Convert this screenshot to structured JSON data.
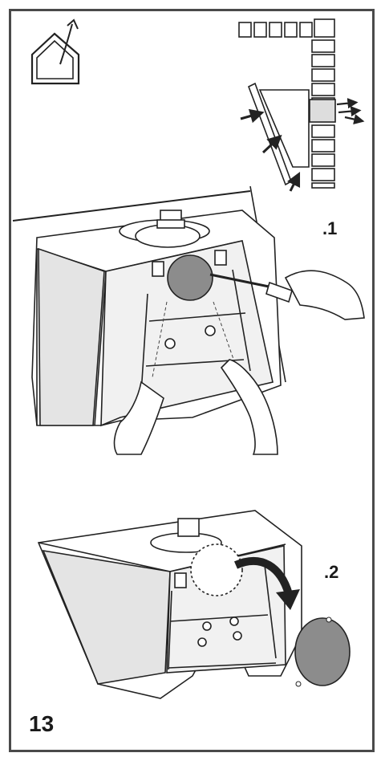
{
  "labels": {
    "step_1": ".1",
    "step_2": ".2",
    "figure_number": "13"
  },
  "icons": {
    "house": "house-exhaust-icon",
    "wall": "wall-outlet-diagram"
  }
}
